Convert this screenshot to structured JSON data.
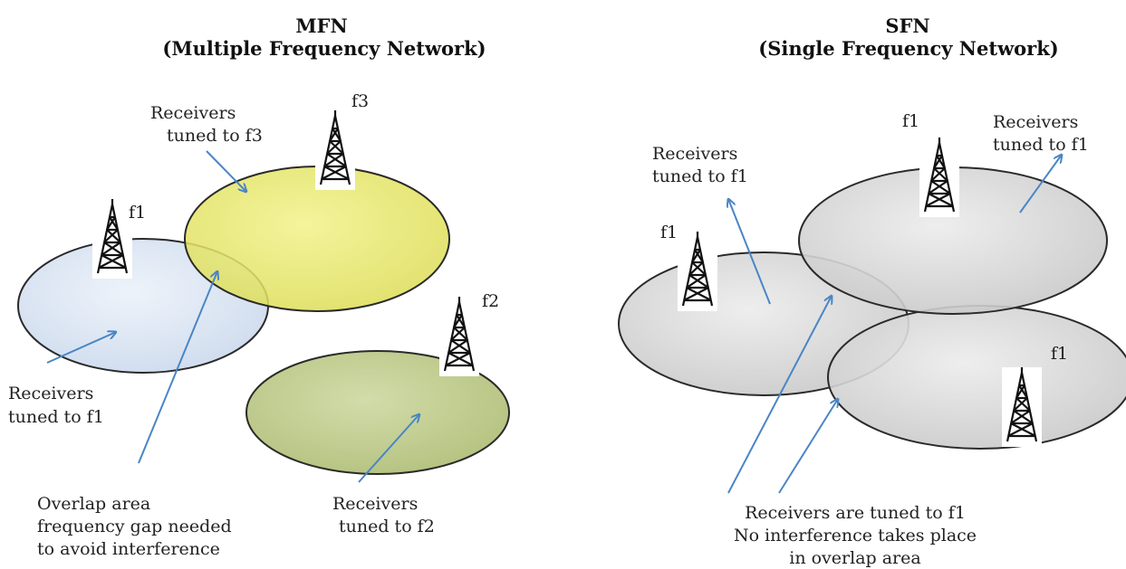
{
  "mfn": {
    "title": "MFN",
    "subtitle": "(Multiple   Frequency Network)",
    "freq_f1": "f1",
    "freq_f2": "f2",
    "freq_f3": "f3",
    "recv_f3_line1": "Receivers",
    "recv_f3_line2": "tuned to f3",
    "recv_f1_line1": "Receivers",
    "recv_f1_line2": "tuned to f1",
    "recv_f2_line1": "Receivers",
    "recv_f2_line2": "tuned to f2",
    "overlap_line1": "Overlap area",
    "overlap_line2": "frequency gap needed",
    "overlap_line3": "to avoid interference",
    "colors": {
      "f1_area": "#dbe5f1",
      "f3_area": "#e4e46a",
      "f2_area": "#c3cf95"
    }
  },
  "sfn": {
    "title": "SFN",
    "subtitle": "(Single Frequency Network)",
    "freq_left": "f1",
    "freq_top": "f1",
    "freq_right": "f1",
    "recv_top_line1": "Receivers",
    "recv_top_line2": "tuned to f1",
    "recv_right_line1": "Receivers",
    "recv_right_line2": "tuned to f1",
    "bottom_line1": "Receivers are tuned to f1",
    "bottom_line2": "No interference takes place",
    "bottom_line3": "in overlap area",
    "colors": {
      "area": "#d6d6d6"
    }
  },
  "icons": {
    "tower": "transmission-tower-icon"
  },
  "arrow_color": "#4a86c5"
}
